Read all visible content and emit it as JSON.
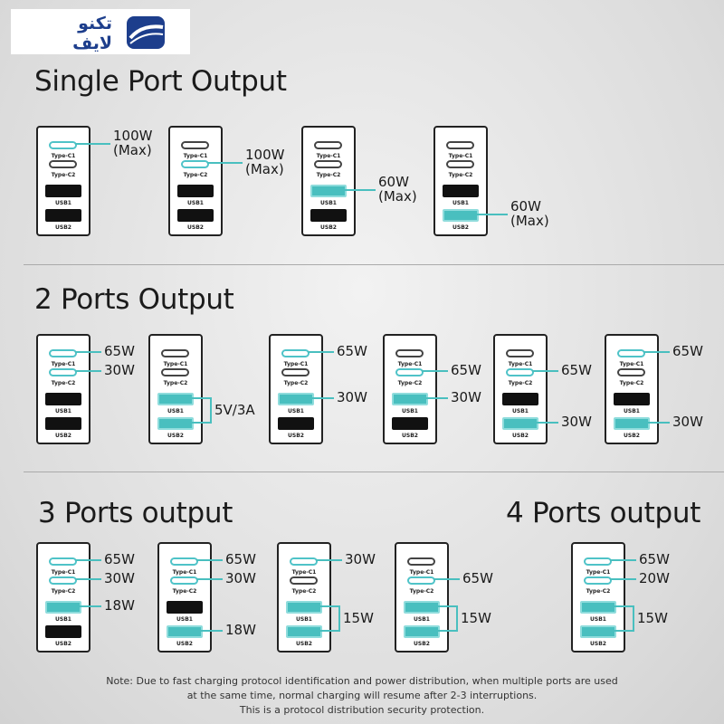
{
  "brand": {
    "line1": "تکنو",
    "line2": "لایف"
  },
  "colors": {
    "accent": "#49bfbf",
    "brand": "#1d3e8c"
  },
  "headings": {
    "single": "Single Port Output",
    "two": "2 Ports Output",
    "three": "3 Ports output",
    "four": "4 Ports output"
  },
  "port_labels": {
    "c1": "Type-C1",
    "c2": "Type-C2",
    "u1": "USB1",
    "u2": "USB2"
  },
  "note": {
    "line1": "Note: Due to fast charging protocol identification and power distribution, when multiple ports are used",
    "line2": "at the same time, normal charging will resume after 2-3 interruptions.",
    "line3": "This is a protocol distribution security protection."
  },
  "chargers": [
    {
      "active": [
        "c1"
      ],
      "labels": [
        {
          "text": "100W\n(Max)",
          "ports": [
            "c1"
          ]
        }
      ]
    },
    {
      "active": [
        "c2"
      ],
      "labels": [
        {
          "text": "100W\n(Max)",
          "ports": [
            "c2"
          ]
        }
      ]
    },
    {
      "active": [
        "u1"
      ],
      "labels": [
        {
          "text": "60W\n(Max)",
          "ports": [
            "u1"
          ]
        }
      ]
    },
    {
      "active": [
        "u2"
      ],
      "labels": [
        {
          "text": "60W\n(Max)",
          "ports": [
            "u2"
          ]
        }
      ]
    },
    {
      "active": [
        "c1",
        "c2"
      ],
      "labels": [
        {
          "text": "65W",
          "ports": [
            "c1"
          ]
        },
        {
          "text": "30W",
          "ports": [
            "c2"
          ]
        }
      ]
    },
    {
      "active": [
        "u1",
        "u2"
      ],
      "labels": [
        {
          "text": "5V/3A",
          "ports": [
            "u1",
            "u2"
          ]
        }
      ]
    },
    {
      "active": [
        "c1",
        "u1"
      ],
      "labels": [
        {
          "text": "65W",
          "ports": [
            "c1"
          ]
        },
        {
          "text": "30W",
          "ports": [
            "u1"
          ]
        }
      ]
    },
    {
      "active": [
        "c2",
        "u1"
      ],
      "labels": [
        {
          "text": "65W",
          "ports": [
            "c2"
          ]
        },
        {
          "text": "30W",
          "ports": [
            "u1"
          ]
        }
      ]
    },
    {
      "active": [
        "c2",
        "u2"
      ],
      "labels": [
        {
          "text": "65W",
          "ports": [
            "c2"
          ]
        },
        {
          "text": "30W",
          "ports": [
            "u2"
          ]
        }
      ]
    },
    {
      "active": [
        "c1",
        "u2"
      ],
      "labels": [
        {
          "text": "65W",
          "ports": [
            "c1"
          ]
        },
        {
          "text": "30W",
          "ports": [
            "u2"
          ]
        }
      ]
    },
    {
      "active": [
        "c1",
        "c2",
        "u1"
      ],
      "labels": [
        {
          "text": "65W",
          "ports": [
            "c1"
          ]
        },
        {
          "text": "30W",
          "ports": [
            "c2"
          ]
        },
        {
          "text": "18W",
          "ports": [
            "u1"
          ]
        }
      ]
    },
    {
      "active": [
        "c1",
        "c2",
        "u2"
      ],
      "labels": [
        {
          "text": "65W",
          "ports": [
            "c1"
          ]
        },
        {
          "text": "30W",
          "ports": [
            "c2"
          ]
        },
        {
          "text": "18W",
          "ports": [
            "u2"
          ]
        }
      ]
    },
    {
      "active": [
        "c1",
        "u1",
        "u2"
      ],
      "labels": [
        {
          "text": "30W",
          "ports": [
            "c1"
          ]
        },
        {
          "text": "15W",
          "ports": [
            "u1",
            "u2"
          ]
        }
      ]
    },
    {
      "active": [
        "c2",
        "u1",
        "u2"
      ],
      "labels": [
        {
          "text": "65W",
          "ports": [
            "c2"
          ]
        },
        {
          "text": "15W",
          "ports": [
            "u1",
            "u2"
          ]
        }
      ]
    },
    {
      "active": [
        "c1",
        "c2",
        "u1",
        "u2"
      ],
      "labels": [
        {
          "text": "65W",
          "ports": [
            "c1"
          ]
        },
        {
          "text": "20W",
          "ports": [
            "c2"
          ]
        },
        {
          "text": "15W",
          "ports": [
            "u1",
            "u2"
          ]
        }
      ]
    }
  ]
}
